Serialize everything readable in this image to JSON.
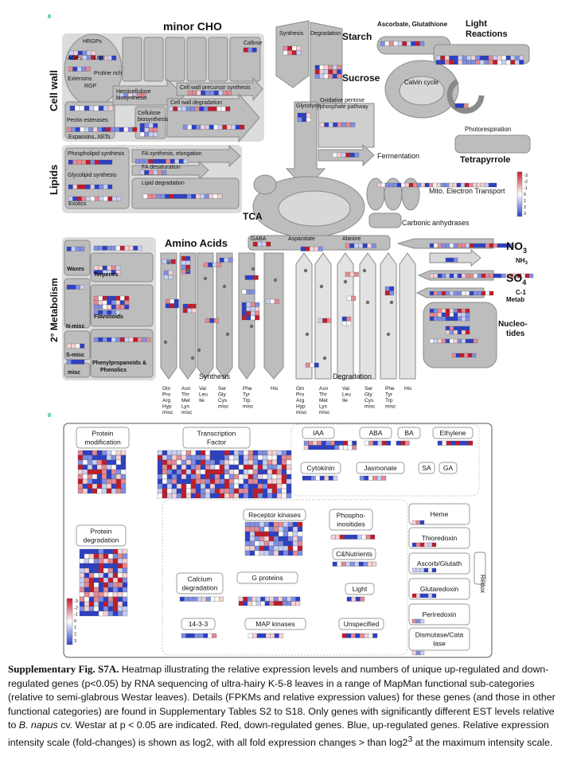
{
  "metabolism": {
    "minor_cho": "minor CHO",
    "cell_wall": "Cell wall",
    "cell_wall_items": {
      "hrgps": "HRGPs",
      "agps": "AGPs",
      "lrr": "LRR",
      "proline_rich": "Proline rich",
      "extensins": "Extensins",
      "rgp": "RGP",
      "pectin_esterases": "Pectin esterases",
      "expansins_xets": "Expansins, XETs",
      "hemicellulose": [
        "Hemicellulose",
        "biosynthesis"
      ],
      "cellulose": [
        "Cellulose",
        "biosynthesis"
      ],
      "cw_precursor": "Cell wall precursor synthesis",
      "cw_degradation": "Cell wall degradation",
      "callose": "Callose"
    },
    "lipids": "Lipids",
    "lipid_items": {
      "phospholipid": "Phospholipid synthesis",
      "fa_synthesis": "FA synthesis, elongation",
      "fa_desaturation": "FA desaturation",
      "glycolipid": "Glycolipid synthesis",
      "lipid_degradation": "Lipid degradation",
      "exotics": "Exotics"
    },
    "starch": "Starch",
    "starch_synthesis": "Synthesis",
    "starch_degradation": "Degradation",
    "sucrose": "Sucrose",
    "glycolysis": "Glycolysis",
    "oppp": [
      "Oxidative pentose",
      "phosphate pathway"
    ],
    "fermentation": "Fermentation",
    "tca": "TCA",
    "ascorbate": "Ascorbate, Glutathione",
    "light_reactions": [
      "Light",
      "Reactions"
    ],
    "calvin": "Calvin cycle",
    "photorespiration": "Photorespiration",
    "tetrapyrrole": "Tetrapyrrole",
    "mito": "Mito.",
    "electron_transport": "Electron Transport",
    "carbonic": "Carbonic",
    "anhydrases": "anhydrases",
    "scale_top": [
      "-3",
      "-2",
      "-1",
      "0",
      "1",
      "2",
      "3"
    ],
    "amino_acids": "Amino Acids",
    "gaba": "GABA",
    "aspartate": "Asparatate",
    "alanine": "Alanine",
    "synthesis": "Synthesis",
    "degradation": "Degradation",
    "aa_groups": [
      "Gln Pro Arg Hyp misc",
      "Asn Thr Met Lys misc",
      "Val Leu Ile",
      "Ser Gly Cys misc",
      "Phe Tyr Trp misc",
      "His"
    ],
    "secondary": "2° Metabolism",
    "waxes": "Waxes",
    "terpenes": "Terpenes",
    "flavonoids": "Flavonoids",
    "nmisc": "N-misc",
    "smisc": "S-misc",
    "misc": "misc",
    "phenyl": [
      "Phenylpropanoids &",
      "Phenolics"
    ],
    "no3": "NO",
    "no3_sub": "3",
    "nh3": "NH",
    "nh3_sub": "3",
    "so4": "SO",
    "so4_sub": "4",
    "c1": [
      "C-1",
      "Metab"
    ],
    "nucleotides": [
      "Nucleo-",
      "tides"
    ]
  },
  "regulation": {
    "protein_modification": [
      "Protein",
      "modification"
    ],
    "transcription_factor": [
      "Transcription",
      "Factor"
    ],
    "iaa": "IAA",
    "aba": "ABA",
    "ba": "BA",
    "ethylene": "Ethylene",
    "cytokinin": "Cytokinin",
    "jasmonate": "Jasmonate",
    "sa": "SA",
    "ga": "GA",
    "receptor_kinases": "Receptor kinases",
    "phospho": [
      "Phospho-",
      "inositides"
    ],
    "c_nutrients": "C&Nutrients",
    "protein_degradation": [
      "Protein",
      "degradation"
    ],
    "calcium": [
      "Calcium",
      "degradation"
    ],
    "g_proteins": "G proteins",
    "light": "Light",
    "p1433": "14-3-3",
    "map_kinases": "MAP kinases",
    "unspecified": "Unspecified",
    "heme": "Heme",
    "thioredoxin": "Thioredoxin",
    "ascorb": "Ascorb/Glutath",
    "glutaredoxin": "Glutaredoxin",
    "periredoxin": "Periredoxin",
    "dismutase": [
      "Dismutase/Cata",
      "lase"
    ],
    "redox": "Redox",
    "scale": [
      "-3",
      "-2",
      "-1",
      "0",
      "1",
      "2",
      "3"
    ]
  },
  "caption": {
    "label": "Supplementary Fig. S7A.",
    "part1": " Heatmap illustrating the relative expression levels and numbers of unique up-regulated and down-regulated genes (p<0.05) by RNA sequencing of ultra-hairy K-5-8 leaves in a range of MapMan functional sub-categories (relative to semi-glabrous Westar leaves). Details (FPKMs and relative expression values) for these genes (and those in other functional categories) are found in Supplementary Tables S2 to S18.  Only genes with significantly different EST levels relative to ",
    "species": "B. napus",
    "part2": " cv. Westar at p < 0.05 are indicated. Red, down-regulated genes. Blue, up-regulated genes. Relative expression intensity scale (fold-changes) is shown as log2, with all fold expression changes > than log2",
    "sup": "3",
    "part3": " at the maximum intensity scale."
  },
  "colors": {
    "gray": "#bdbdbd",
    "dark_gray": "#a8a8a8",
    "up": "#2b3fc9",
    "down": "#c41a2a"
  }
}
